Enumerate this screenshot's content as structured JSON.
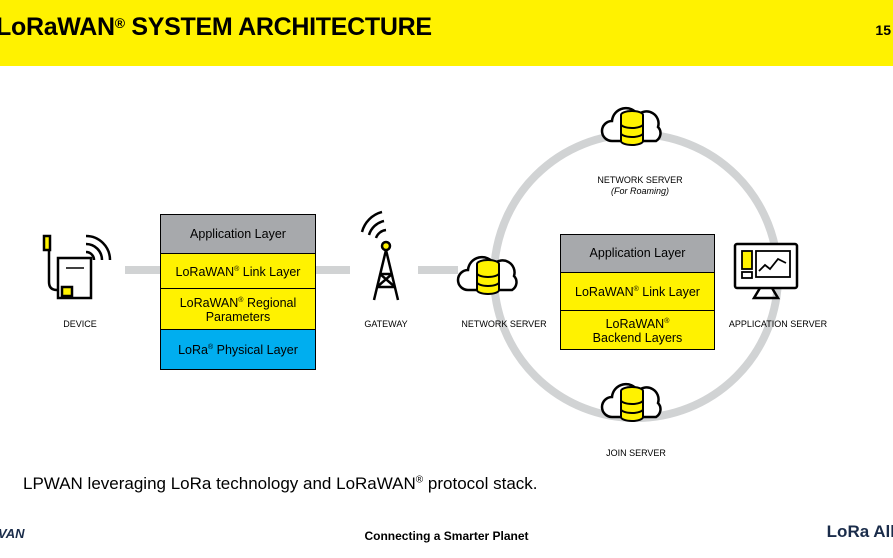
{
  "header": {
    "title": "LoRaWAN",
    "title_mark": "®",
    "title_rest": " SYSTEM ARCHITECTURE",
    "page_number": "15"
  },
  "nodes": {
    "device": "DEVICE",
    "gateway": "GATEWAY",
    "network_server": "NETWORK SERVER",
    "network_server_roaming": "NETWORK SERVER",
    "roaming_note": "(For Roaming)",
    "application_server": "APPLICATION SERVER",
    "join_server": "JOIN SERVER"
  },
  "device_stack": {
    "application_layer": "Application Layer",
    "link_layer": "LoRaWAN",
    "link_layer_mark": "®",
    "link_layer_rest": " Link Layer",
    "regional_params": "LoRaWAN",
    "regional_params_mark": "®",
    "regional_params_rest": " Regional",
    "regional_params_line2": "Parameters",
    "physical_layer": "LoRa",
    "physical_layer_mark": "®",
    "physical_layer_rest": " Physical Layer"
  },
  "server_stack": {
    "application_layer": "Application Layer",
    "link_layer": "LoRaWAN",
    "link_layer_mark": "®",
    "link_layer_rest": " Link Layer",
    "backend": "LoRaWAN",
    "backend_mark": "®",
    "backend_line2": "Backend Layers"
  },
  "caption": {
    "text": "LPWAN leveraging LoRa technology and LoRaWAN",
    "mark": "®",
    "rest": " protocol stack."
  },
  "footer": {
    "tagline": "Connecting a Smarter Planet",
    "left_logo": "VAN",
    "right_logo": "LoRa All"
  },
  "colors": {
    "header_yellow": "#fff200",
    "layer_gray": "#a7a9ac",
    "layer_yellow": "#fff200",
    "layer_blue": "#00aeef",
    "connector_gray": "#d1d3d4"
  }
}
